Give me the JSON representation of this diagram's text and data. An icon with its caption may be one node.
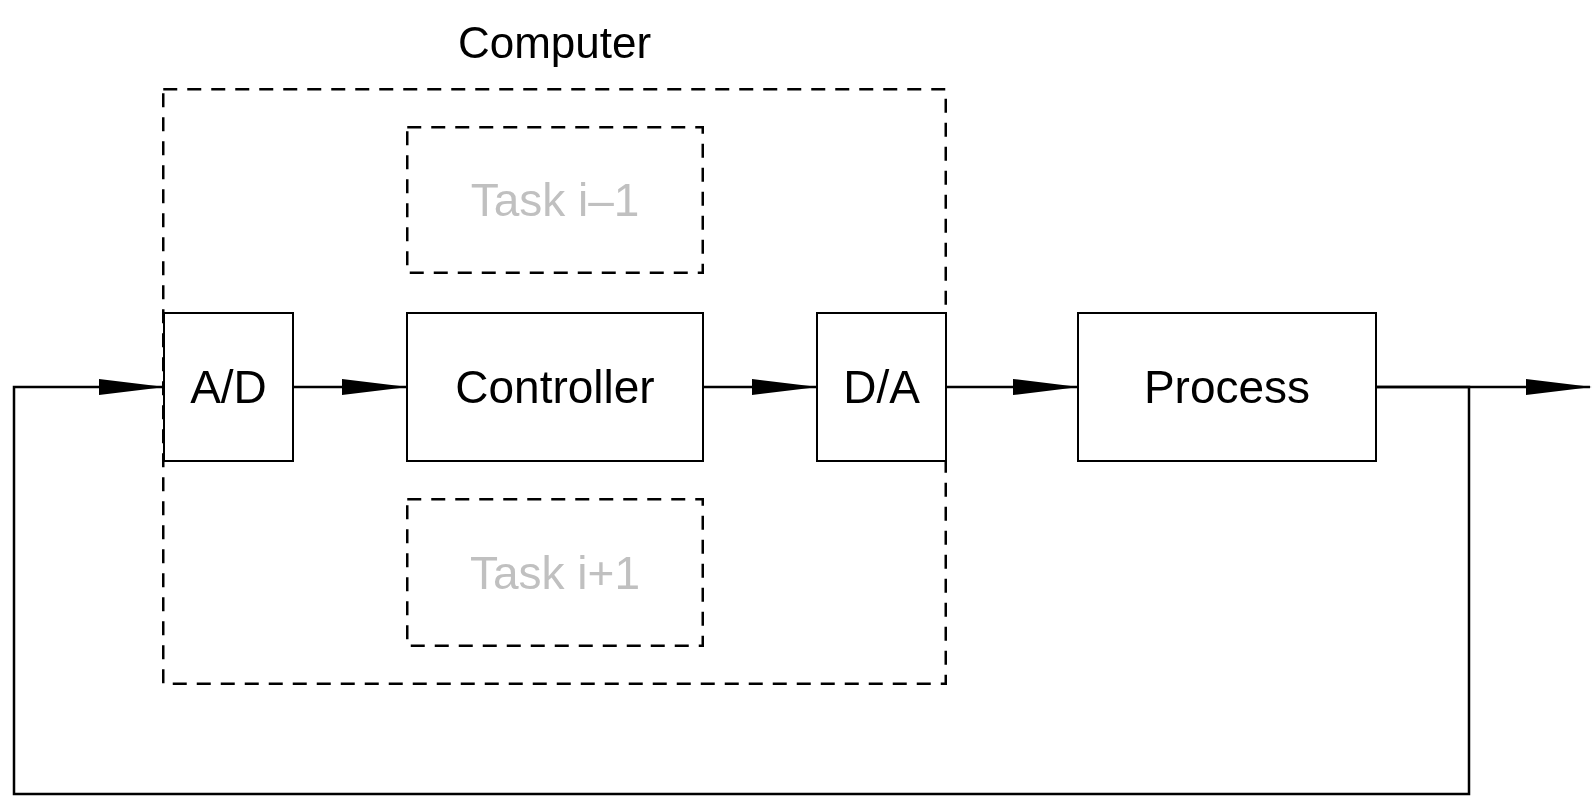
{
  "diagram": {
    "nodes": [
      {
        "text": [
          "Computer"
        ]
      },
      {
        "text": [
          "Task i–1"
        ],
        "in": 0
      },
      {
        "text": [
          "A/D"
        ],
        "in": 0
      },
      {
        "text": [
          "Controller"
        ],
        "in": 0
      },
      {
        "text": [
          "D/A"
        ],
        "in": 0
      },
      {
        "text": [
          "Task i+1"
        ],
        "in": 0
      },
      {
        "text": [
          "Process"
        ]
      }
    ],
    "edges": [
      {
        "from": 2,
        "to": 3,
        "arrow": "to"
      },
      {
        "from": 3,
        "to": 4,
        "arrow": "to"
      },
      {
        "from": 4,
        "to": 6,
        "arrow": "to"
      },
      {
        "from": 6,
        "to": null,
        "arrow": "to"
      },
      {
        "from": 6,
        "to": 2,
        "arrow": "to"
      }
    ]
  }
}
